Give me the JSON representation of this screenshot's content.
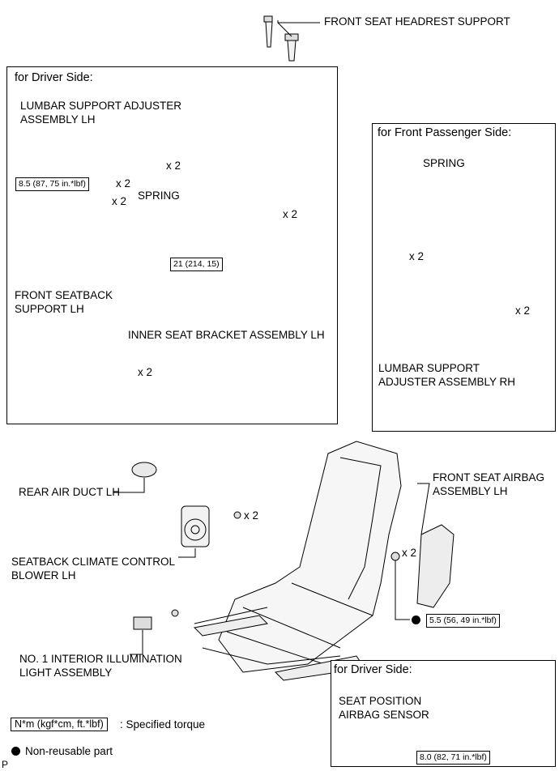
{
  "labels": {
    "headrest_support": "FRONT SEAT HEADREST SUPPORT",
    "driver_box_title": "for Driver Side:",
    "lumbar_lh": [
      "LUMBAR SUPPORT ADJUSTER",
      "ASSEMBLY LH"
    ],
    "spring_driver": "SPRING",
    "torque_8_5": "8.5 (87, 75 in.*lbf)",
    "seatback_support": [
      "FRONT SEATBACK",
      "SUPPORT LH"
    ],
    "torque_21": "21 (214, 15)",
    "inner_bracket": "INNER SEAT BRACKET ASSEMBLY LH",
    "passenger_box_title": "for Front Passenger Side:",
    "spring_passenger": "SPRING",
    "lumbar_rh": [
      "LUMBAR SUPPORT",
      "ADJUSTER ASSEMBLY RH"
    ],
    "rear_air_duct": "REAR AIR DUCT LH",
    "climate_blower": [
      "SEATBACK CLIMATE CONTROL",
      "BLOWER LH"
    ],
    "illumination": [
      "NO. 1 INTERIOR ILLUMINATION",
      "LIGHT ASSEMBLY"
    ],
    "airbag": [
      "FRONT SEAT AIRBAG",
      "ASSEMBLY LH"
    ],
    "torque_5_5": "5.5 (56, 49 in.*lbf)",
    "driver_box2_title": "for Driver Side:",
    "position_sensor": [
      "SEAT POSITION",
      "AIRBAG SENSOR"
    ],
    "torque_8_0": "8.0 (82, 71 in.*lbf)"
  },
  "multipliers": {
    "x2": "x 2"
  },
  "legend": {
    "torque_key": "N*m (kgf*cm, ft.*lbf)",
    "torque_desc": ": Specified torque",
    "nonreusable": "Non-reusable part"
  },
  "footer": "P"
}
